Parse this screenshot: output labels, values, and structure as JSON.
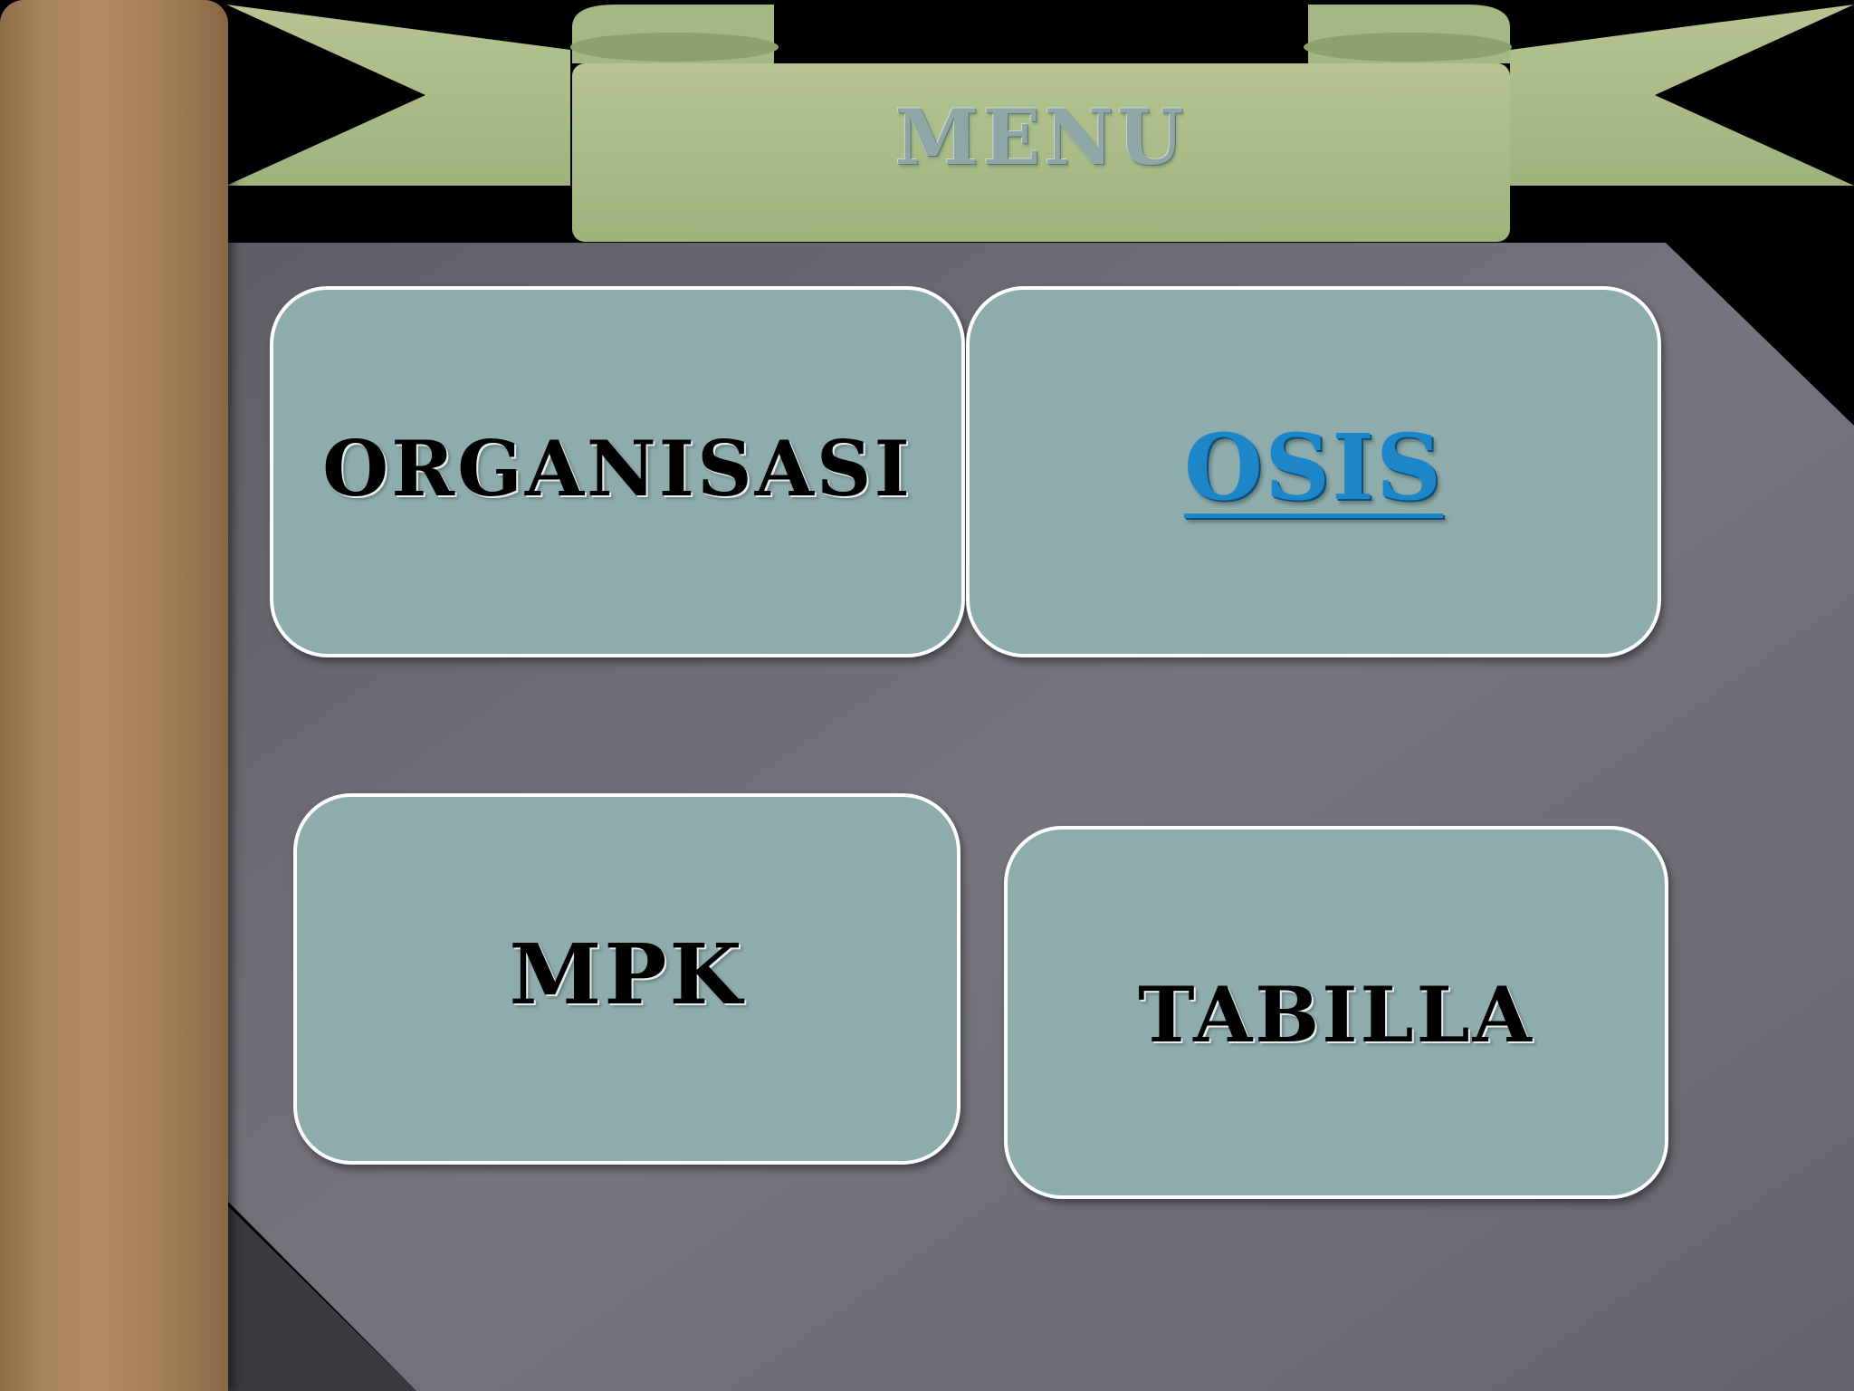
{
  "header": {
    "title": "MENU"
  },
  "menu": {
    "organisasi_label": "ORGANISASI",
    "osis_label": "OSIS",
    "mpk_label": "MPK",
    "tabilla_label": "TABILLA"
  },
  "colors": {
    "banner": "#a9bb86",
    "board": "#6e6d76",
    "tile_fill": "#8eacac",
    "tile_border": "#ffffff",
    "link": "#1d86c9",
    "pole": "#a88461"
  },
  "icons": {
    "banner": "ribbon-banner",
    "pole": "wooden-post"
  }
}
